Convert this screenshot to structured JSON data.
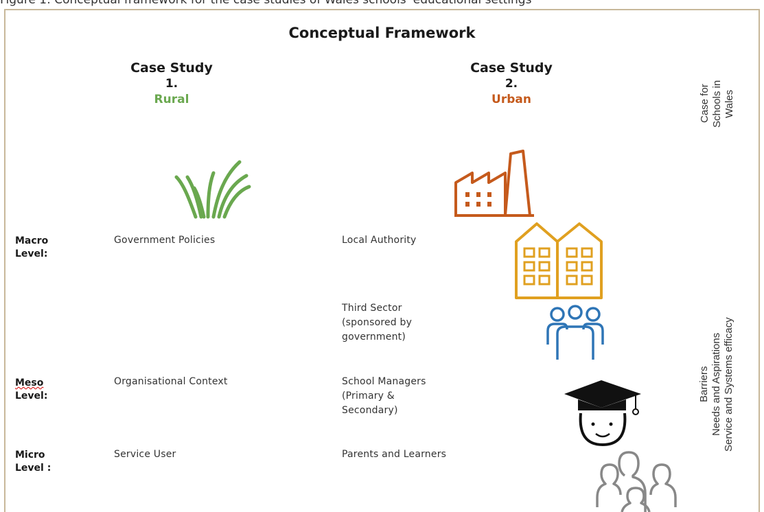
{
  "top_strip_text": "Figure 1: Conceptual framework for the case studies of Wales schools' educational settings",
  "diagram": {
    "title": "Conceptual Framework",
    "case_studies": [
      {
        "line1": "Case Study",
        "line2": "1.",
        "type": "Rural",
        "type_color": "#6aa84f",
        "icon": "grass-icon"
      },
      {
        "line1": "Case Study",
        "line2": "2.",
        "type": "Urban",
        "type_color": "#c55a1c",
        "icon": "factory-icon"
      }
    ],
    "levels": [
      {
        "line1": "Macro",
        "line2": "Level:",
        "col1": "Government Policies",
        "col2": [
          "Local Authority"
        ]
      },
      {
        "line1": "",
        "line2": "",
        "col1": "",
        "col2": [
          "Third Sector",
          "(sponsored by",
          "government)"
        ]
      },
      {
        "line1": "Meso",
        "line2": "Level:",
        "col1": "Organisational Context",
        "col2": [
          "School Managers",
          "(Primary &",
          "Secondary)"
        ]
      },
      {
        "line1": "Micro",
        "line2": "Level :",
        "col1": "Service User",
        "col2": [
          "Parents and Learners"
        ]
      }
    ],
    "side_top": [
      "Case for",
      "Schools in",
      "Wales"
    ],
    "side_bottom": [
      "Barriers",
      "Needs and Aspirations",
      "Service and Systems efficacy"
    ],
    "icons": {
      "building": {
        "name": "building-icon",
        "color": "#e0a020"
      },
      "group": {
        "name": "group-icon",
        "color": "#2e75b6"
      },
      "graduate": {
        "name": "graduate-icon",
        "color": "#111111"
      },
      "people": {
        "name": "people-outline-icon",
        "color": "#888888"
      }
    }
  }
}
